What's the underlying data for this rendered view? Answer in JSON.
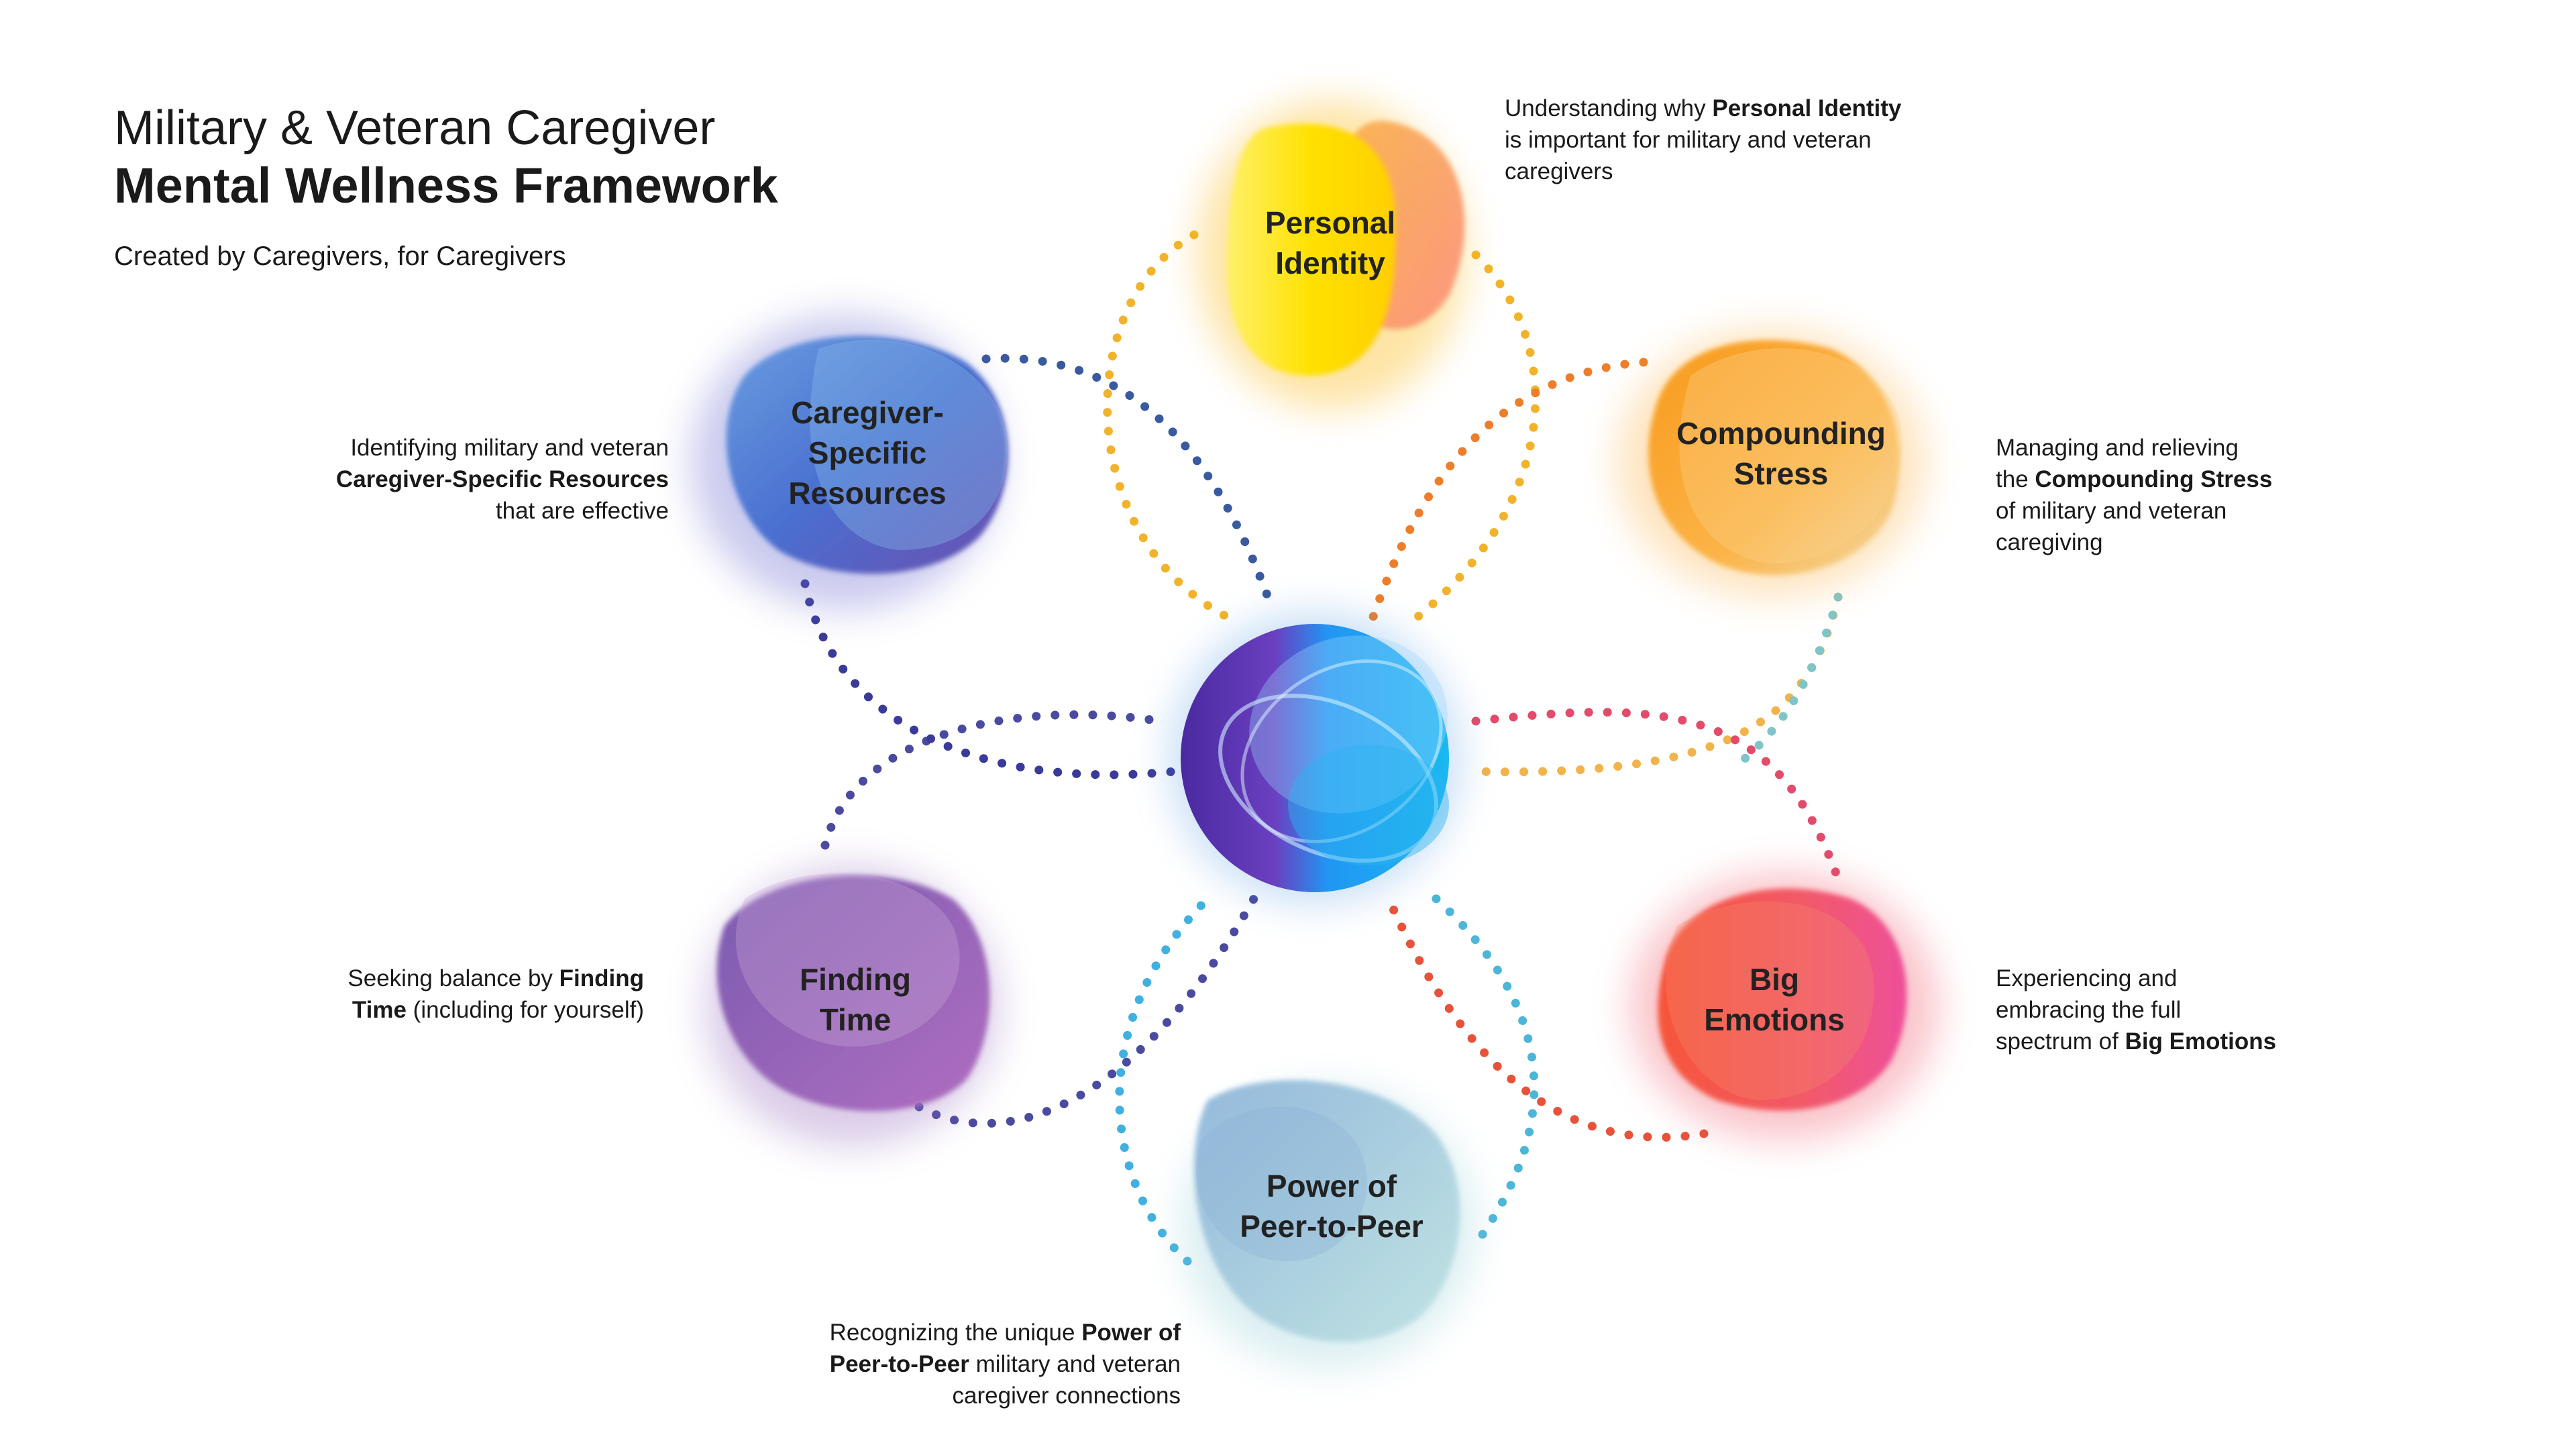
{
  "header": {
    "title_line1": "Military & Veteran Caregiver",
    "title_line2": "Mental Wellness Framework",
    "subtitle": "Created by Caregivers, for Caregivers"
  },
  "nodes": {
    "personal_identity": {
      "label1": "Personal",
      "label2": "Identity"
    },
    "compounding_stress": {
      "label1": "Compounding",
      "label2": "Stress"
    },
    "big_emotions": {
      "label1": "Big",
      "label2": "Emotions"
    },
    "power_of_peer": {
      "label1": "Power of",
      "label2": "Peer-to-Peer"
    },
    "finding_time": {
      "label1": "Finding",
      "label2": "Time"
    },
    "caregiver_resources": {
      "label1": "Caregiver-",
      "label2": "Specific",
      "label3": "Resources"
    }
  },
  "descriptions": {
    "personal_identity": {
      "l1_pre": "Understanding why ",
      "l1_bold": "Personal Identity",
      "l2": "is important for military and veteran",
      "l3": "caregivers"
    },
    "compounding_stress": {
      "l1": "Managing and relieving",
      "l2_pre": "the ",
      "l2_bold": "Compounding Stress",
      "l3": "of military and veteran",
      "l4": "caregiving"
    },
    "big_emotions": {
      "l1": "Experiencing and",
      "l2": "embracing the full",
      "l3_pre": "spectrum of ",
      "l3_bold": "Big Emotions"
    },
    "power_of_peer": {
      "l1_pre": "Recognizing the unique ",
      "l1_bold": "Power of",
      "l2_bold": "Peer-to-Peer",
      "l2_post": " military and veteran",
      "l3": "caregiver connections"
    },
    "finding_time": {
      "l1_pre": "Seeking balance by ",
      "l1_bold": "Finding",
      "l2_bold": "Time",
      "l2_post": " (including for yourself)"
    },
    "caregiver_resources": {
      "l1": "Identifying military and veteran",
      "l2_bold": "Caregiver-Specific Resources",
      "l3": "that are effective"
    }
  },
  "colors": {
    "personal_identity": "#ffd200",
    "compounding_stress": "#f7a21b",
    "big_emotions": "#ee3f6a",
    "power_of_peer": "#8cc7d6",
    "finding_time": "#8a5fb0",
    "caregiver_resources": "#4a6fd0",
    "center": "#1aa3e8"
  }
}
